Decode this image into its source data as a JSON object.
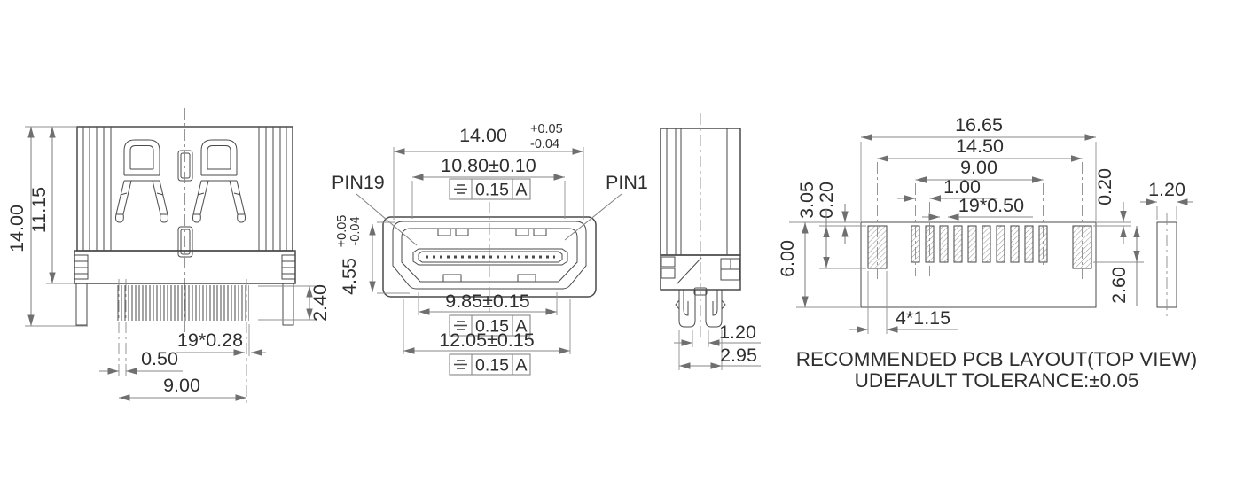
{
  "notes": {
    "line1": "RECOMMENDED PCB LAYOUT(TOP VIEW)",
    "line2": "UDEFAULT TOLERANCE:±0.05"
  },
  "rear": {
    "total_height": "14.00",
    "body_height": "11.15",
    "pin_length": "2.40",
    "pin_width": "19*0.28",
    "pin_pitch": "0.50",
    "pin_row_span": "9.00"
  },
  "front": {
    "pin19": "PIN19",
    "pin1": "PIN1",
    "shell_width": "14.00",
    "shell_width_tol_plus": "+0.05",
    "shell_width_tol_minus": "-0.04",
    "opening_width": "10.80±0.10",
    "opening_height": "4.55",
    "opening_height_tol_plus": "+0.05",
    "opening_height_tol_minus": "-0.04",
    "inner_bottom_width": "9.85±0.15",
    "outer_bottom_width": "12.05±0.15",
    "tol_value": "0.15",
    "tol_datum": "A"
  },
  "side": {
    "leg_width": "1.20",
    "leg_span": "2.95"
  },
  "pcb": {
    "overall_width": "16.65",
    "mount_pad_span": "14.50",
    "signal_pad_span": "9.00",
    "pad_pitch": "1.00",
    "signal_pad_width": "19*0.50",
    "gap_top_left": "0.20",
    "mount_pad_height": "3.05",
    "outline_depth": "6.00",
    "gap_top_right": "0.20",
    "signal_pad_height": "2.60",
    "mount_pad_width": "4*1.15",
    "board_edge_width": "1.20"
  }
}
